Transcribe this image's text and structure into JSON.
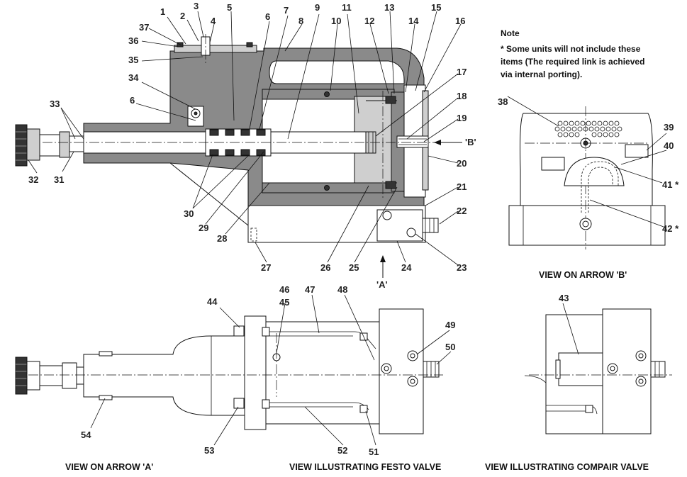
{
  "callouts": {
    "c1": "1",
    "c2": "2",
    "c3": "3",
    "c4": "4",
    "c5": "5",
    "c6a": "6",
    "c6b": "6",
    "c7": "7",
    "c8": "8",
    "c9": "9",
    "c10": "10",
    "c11": "11",
    "c12": "12",
    "c13": "13",
    "c14": "14",
    "c15": "15",
    "c16": "16",
    "c17": "17",
    "c18": "18",
    "c19": "19",
    "c20": "20",
    "c21": "21",
    "c22": "22",
    "c23": "23",
    "c24": "24",
    "c25": "25",
    "c26": "26",
    "c27": "27",
    "c28": "28",
    "c29": "29",
    "c30": "30",
    "c31": "31",
    "c32": "32",
    "c33": "33",
    "c34": "34",
    "c35": "35",
    "c36": "36",
    "c37": "37",
    "c38": "38",
    "c39": "39",
    "c40": "40",
    "c41": "41 *",
    "c42": "42 *",
    "c43": "43",
    "c44": "44",
    "c45": "45",
    "c46": "46",
    "c47": "47",
    "c48": "48",
    "c49": "49",
    "c50": "50",
    "c51": "51",
    "c52": "52",
    "c53": "53",
    "c54": "54"
  },
  "arrows": {
    "arrow_a": "'A'",
    "arrow_b": "'B'"
  },
  "note": {
    "title": "Note",
    "line1": "*  Some units will not include these",
    "line2": "items (The required link is achieved",
    "line3": "via internal porting)."
  },
  "captions": {
    "view_b": "VIEW ON ARROW 'B'",
    "view_a": "VIEW ON ARROW 'A'",
    "festo": "VIEW ILLUSTRATING FESTO VALVE",
    "compair": "VIEW ILLUSTRATING COMPAIR VALVE"
  }
}
